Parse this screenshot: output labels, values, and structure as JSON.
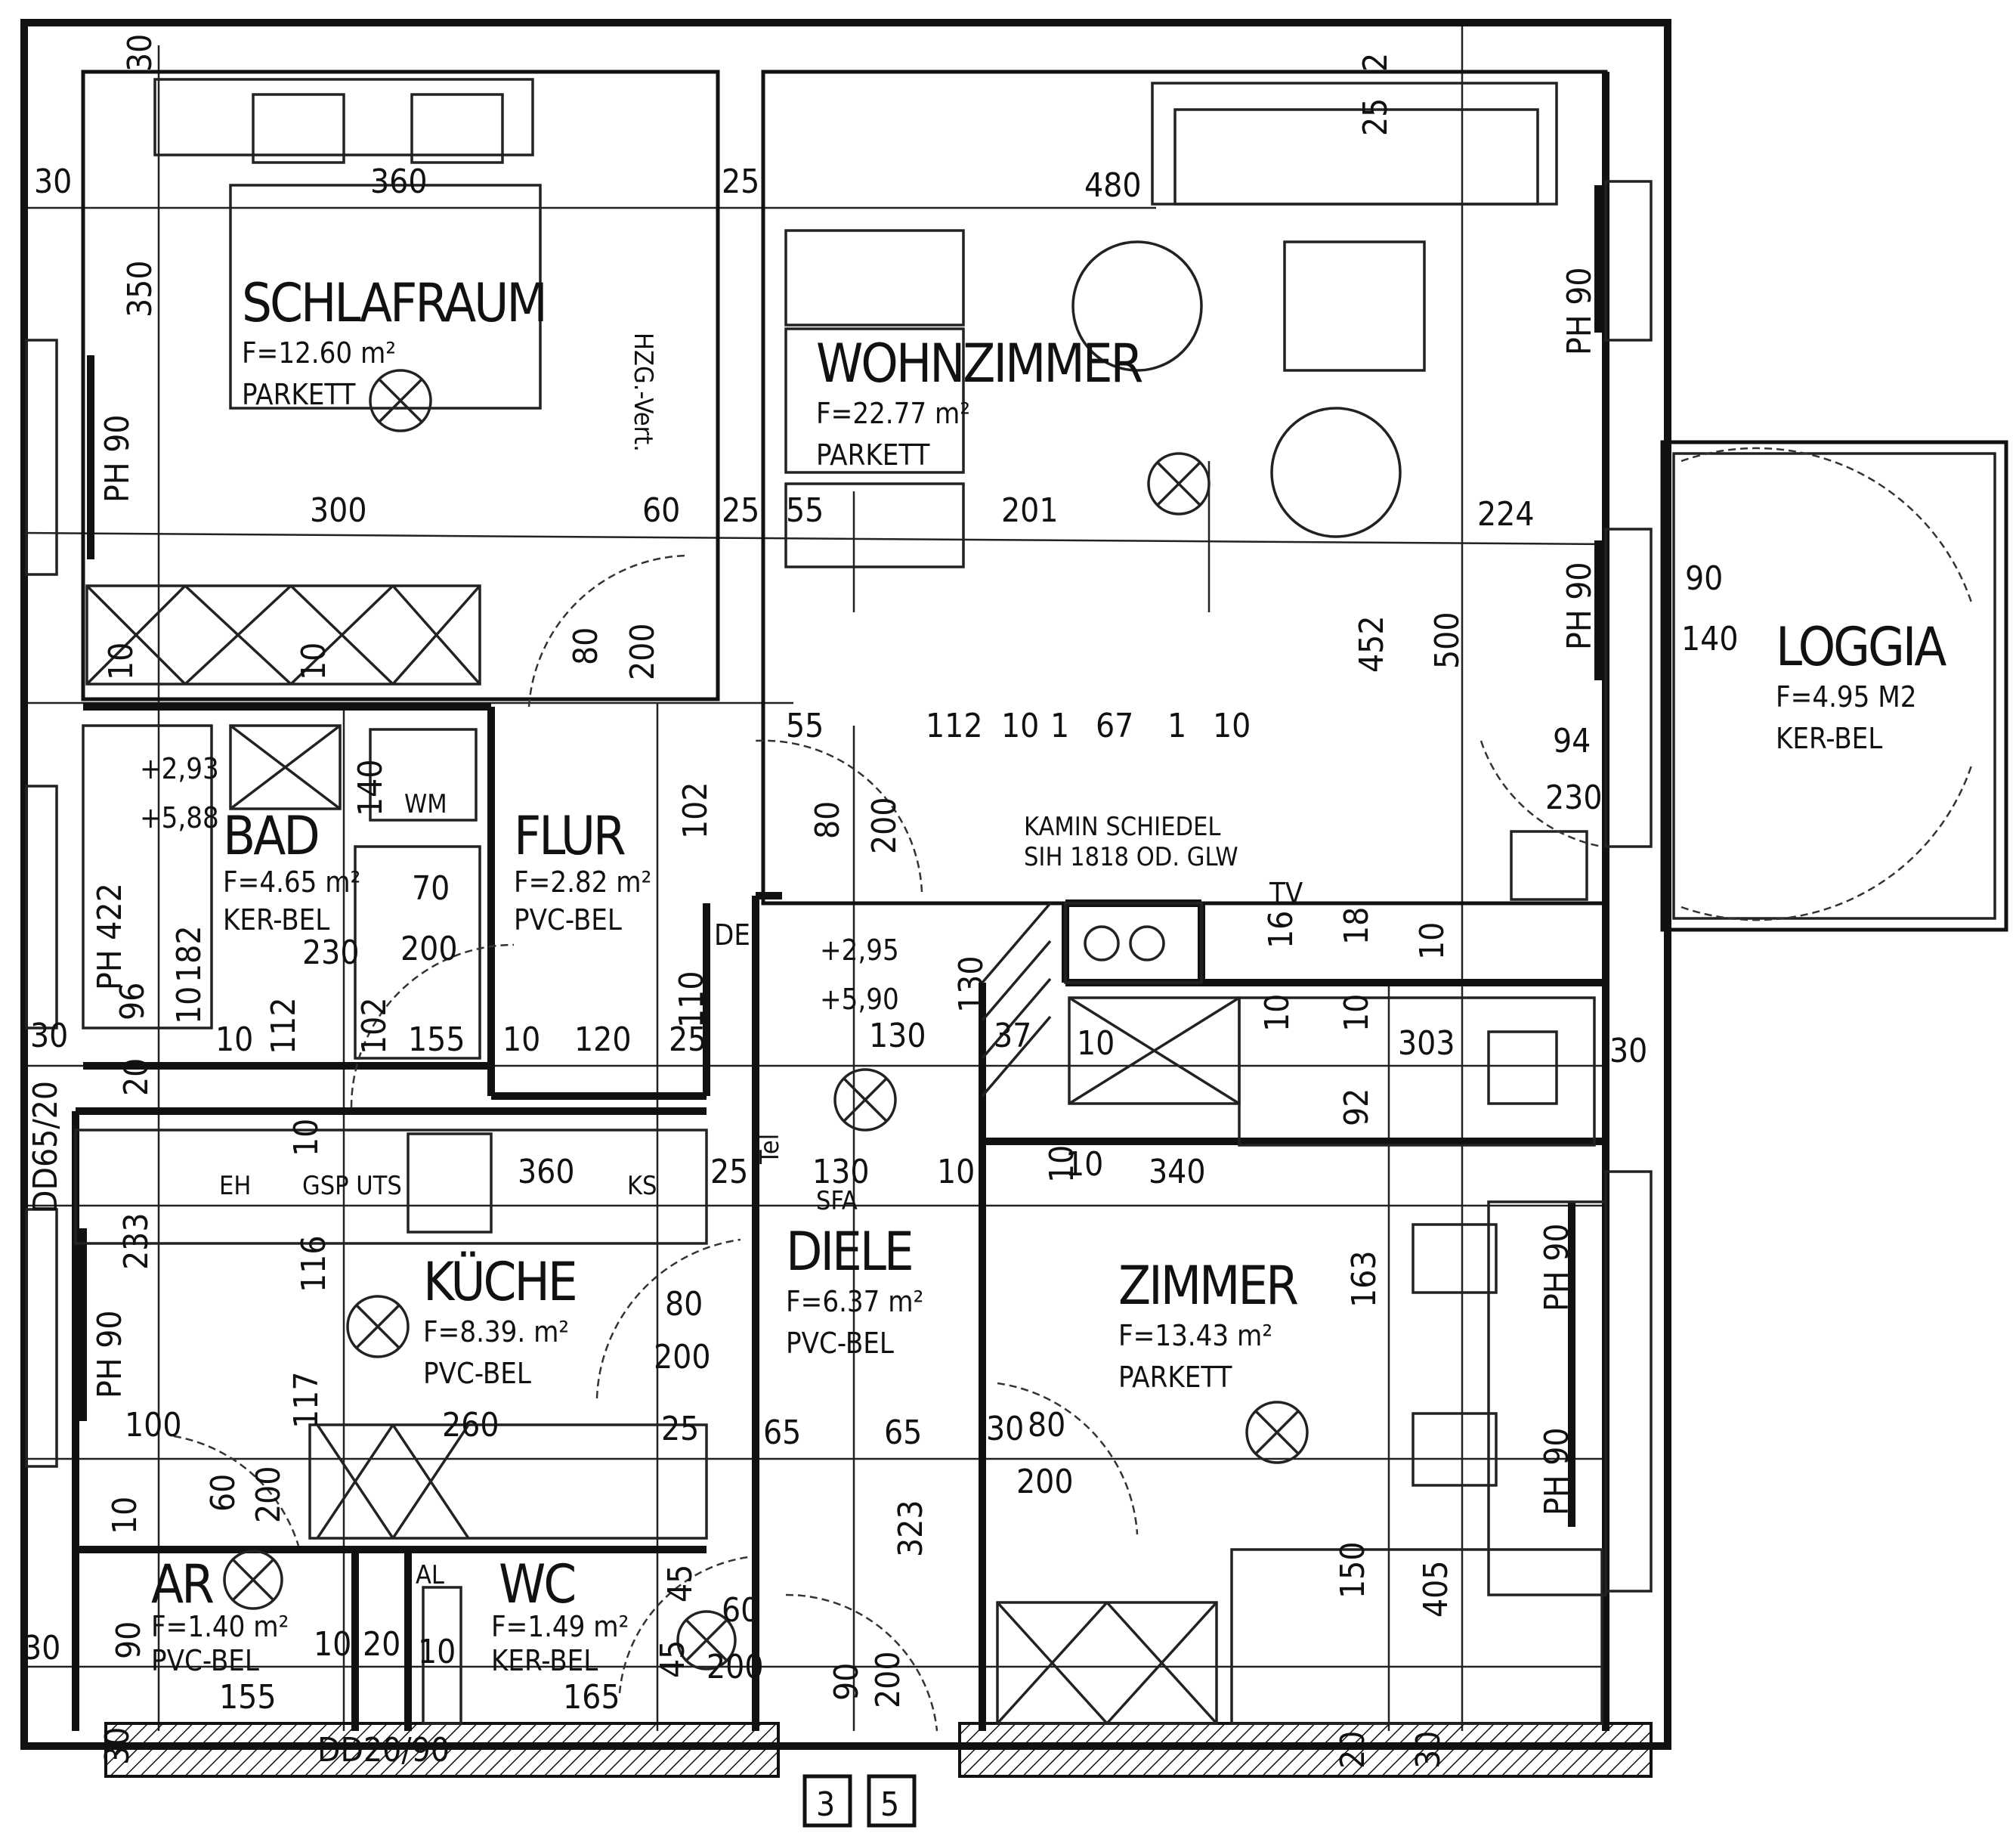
{
  "rooms": {
    "schlafraum": {
      "name": "SCHLAFRAUM",
      "area": "F=12.60 m²",
      "floor": "PARKETT"
    },
    "wohnzimmer": {
      "name": "WOHNZIMMER",
      "area": "F=22.77 m²",
      "floor": "PARKETT"
    },
    "bad": {
      "name": "BAD",
      "area": "F=4.65 m²",
      "floor": "KER-BEL"
    },
    "flur": {
      "name": "FLUR",
      "area": "F=2.82 m²",
      "floor": "PVC-BEL"
    },
    "loggia": {
      "name": "LOGGIA",
      "area": "F=4.95 M2",
      "floor": "KER-BEL"
    },
    "kueche": {
      "name": "KÜCHE",
      "area": "F=8.39. m²",
      "floor": "PVC-BEL"
    },
    "diele": {
      "name": "DIELE",
      "area": "F=6.37 m²",
      "floor": "PVC-BEL"
    },
    "zimmer": {
      "name": "ZIMMER",
      "area": "F=13.43 m²",
      "floor": "PARKETT"
    },
    "ar": {
      "name": "AR",
      "area": "F=1.40 m²",
      "floor": "PVC-BEL"
    },
    "wc": {
      "name": "WC",
      "area": "F=1.49 m²",
      "floor": "KER-BEL"
    }
  },
  "notes": {
    "hzg": "HZG.-Vert.",
    "kamin1": "KAMIN SCHIEDEL",
    "kamin2": "SIH 1818 OD. GLW",
    "tv": "TV",
    "de": "DE",
    "wm": "WM",
    "eh": "EH",
    "gsp": "GSP UTS",
    "ks": "KS",
    "tel": "Tel",
    "sfa": "SFA",
    "al": "AL",
    "level1": "+2,93",
    "level2": "+5,88",
    "level3": "+2,95",
    "level4": "+5,90",
    "dd_left": "DD65/20",
    "dd_bottom": "DD20/90",
    "stair1": "3",
    "stair2": "5"
  },
  "dims": {
    "d30_top": "30",
    "d30_left": "30",
    "d360_top": "360",
    "d25_a": "25",
    "d480": "480",
    "d25_b": "25",
    "d2": "2",
    "d350": "350",
    "ph90_a": "PH 90",
    "ph90_b": "PH 90",
    "ph90_c": "PH 90",
    "ph90_d": "PH 90",
    "ph90_e": "PH 90",
    "ph90_f": "PH 90",
    "ph422": "PH 422",
    "d300": "300",
    "d60": "60",
    "d25_c": "25",
    "d55_a": "55",
    "d201": "201",
    "d224": "224",
    "d90_log": "90",
    "d140_log": "140",
    "d80_a": "80",
    "d200_a": "200",
    "d10_a": "10",
    "d10_b": "10",
    "d452": "452",
    "d500": "500",
    "d55_b": "55",
    "d112": "112",
    "d10_c": "10",
    "d1_a": "1",
    "d67": "67",
    "d1_b": "1",
    "d10_d": "10",
    "d94": "94",
    "d230_log": "230",
    "d102": "102",
    "d140_bad": "140",
    "d80_b": "80",
    "d200_b": "200",
    "d70": "70",
    "d200_c": "200",
    "d230_bad": "230",
    "d182": "182",
    "d110": "110",
    "d130_a": "130",
    "d130_b": "130",
    "d37": "37",
    "d16": "16",
    "d18": "18",
    "d10_e": "10",
    "d30_b": "30",
    "d10_f": "10",
    "d10_g": "10",
    "d112_b": "112",
    "d102_b": "102",
    "d155_a": "155",
    "d10_h": "10",
    "d120": "120",
    "d25_d": "25",
    "d10_i": "10",
    "d10_j": "10",
    "d10_k": "10",
    "d303": "303",
    "d30_c": "30",
    "d92": "92",
    "d20_a": "20",
    "d10_l": "10",
    "d360_b": "360",
    "d25_e": "25",
    "d130_c": "130",
    "d10_m": "10",
    "d10_n": "10",
    "d340": "340",
    "d233": "233",
    "d116": "116",
    "d80_c": "80",
    "d200_d": "200",
    "d163": "163",
    "d117": "117",
    "d100": "100",
    "d260": "260",
    "d25_f": "25",
    "d65_a": "65",
    "d65_b": "65",
    "d80_d": "80",
    "d200_e": "200",
    "d10_o": "10",
    "d60_b": "60",
    "d200_f": "200",
    "d323": "323",
    "d150": "150",
    "d405": "405",
    "d45_a": "45",
    "d45_b": "45",
    "d60_c": "60",
    "d200_g": "200",
    "d30_d": "30",
    "d90_ar": "90",
    "d10_p": "10",
    "d20_b": "20",
    "d10_q": "10",
    "d155_b": "155",
    "d165": "165",
    "d90_c": "90",
    "d200_h": "200",
    "d30_e": "30",
    "d20_c": "20",
    "d30_f": "30",
    "d30_g": "30",
    "d96": "96",
    "d10_r": "10"
  }
}
